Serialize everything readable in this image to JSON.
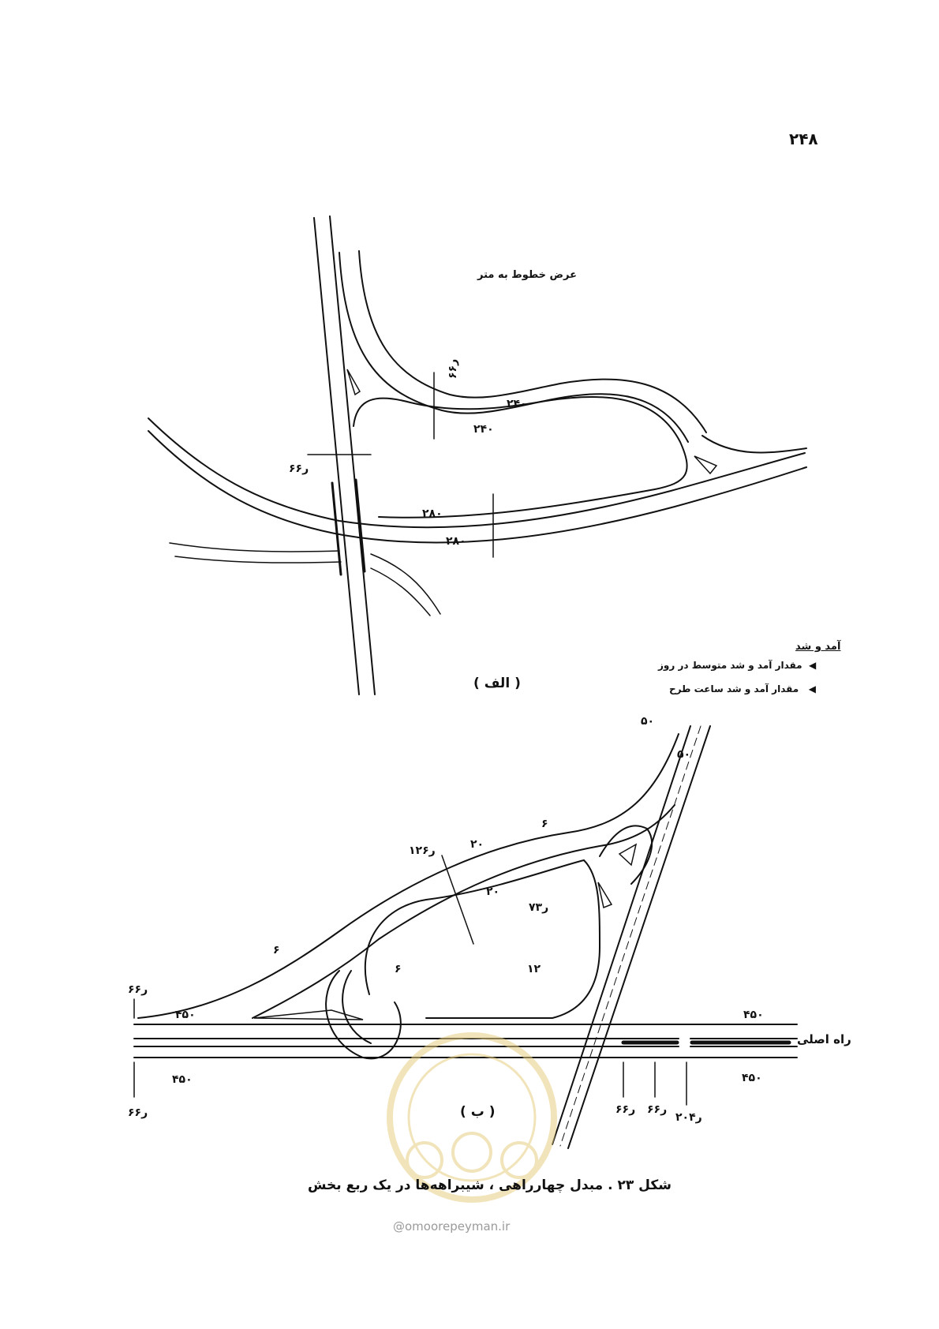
{
  "page_number": "۲۴۸",
  "diagram_a": {
    "label": "( الف )",
    "note": "عرض خطوط به متر",
    "width_labels": [
      "۶ر۶",
      "۶ر۶"
    ],
    "volume_labels": [
      "۲۴۰",
      "۲۴۰",
      "۲۸۰",
      "۲۸۰"
    ]
  },
  "legend": {
    "title": "آمد و شد",
    "items": [
      "مقدار آمد و شد متوسط در روز",
      "مقدار آمد و شد ساعت طرح"
    ]
  },
  "diagram_b": {
    "label": "( ب )",
    "main_road_label": "راه اصلی",
    "volume_labels": [
      "۵۰",
      "۵۰",
      "۲۰",
      "۲۰",
      "۴۵۰",
      "۴۵۰",
      "۴۵۰",
      "۴۵۰"
    ],
    "width_labels": [
      "۱۲ر۶",
      "۶",
      "۶",
      "۶",
      "۷ر۳",
      "۱۲",
      "۶ر۶",
      "۶ر۶",
      "۶ر۶",
      "۶ر۶",
      "۲۰ر۴"
    ]
  },
  "caption": "شکل ۲۳ . مبدل چهارراهی ، شیبراهه‌ها در یک ربع بخش",
  "watermark_url": "@omoorepeyman.ir",
  "colors": {
    "ink": "#111111",
    "watermark": "#e7cf83"
  }
}
